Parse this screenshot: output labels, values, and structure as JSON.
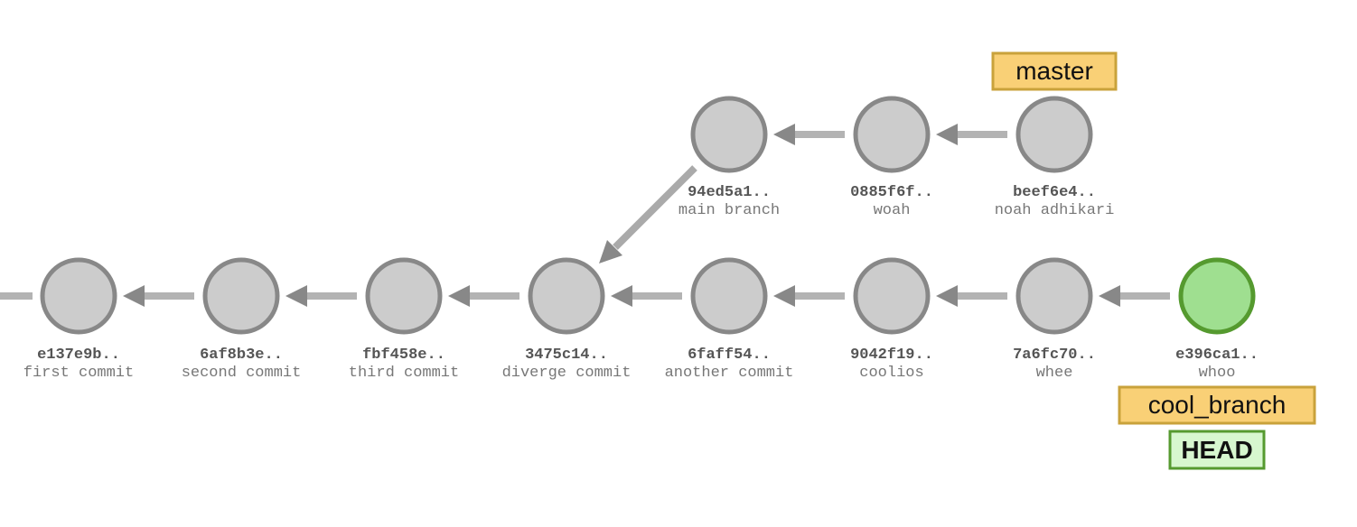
{
  "commits": [
    {
      "id": "e137e9b",
      "hash": "e137e9b..",
      "message": "first commit",
      "head": false
    },
    {
      "id": "6af8b3e",
      "hash": "6af8b3e..",
      "message": "second commit",
      "head": false
    },
    {
      "id": "fbf458e",
      "hash": "fbf458e..",
      "message": "third commit",
      "head": false
    },
    {
      "id": "3475c14",
      "hash": "3475c14..",
      "message": "diverge commit",
      "head": false
    },
    {
      "id": "6faff54",
      "hash": "6faff54..",
      "message": "another commit",
      "head": false
    },
    {
      "id": "9042f19",
      "hash": "9042f19..",
      "message": "coolios",
      "head": false
    },
    {
      "id": "7a6fc70",
      "hash": "7a6fc70..",
      "message": "whee",
      "head": false
    },
    {
      "id": "e396ca1",
      "hash": "e396ca1..",
      "message": "whoo",
      "head": true
    },
    {
      "id": "94ed5a1",
      "hash": "94ed5a1..",
      "message": "main branch",
      "head": false
    },
    {
      "id": "0885f6f",
      "hash": "0885f6f..",
      "message": "woah",
      "head": false
    },
    {
      "id": "beef6e4",
      "hash": "beef6e4..",
      "message": "noah adhikari",
      "head": false
    }
  ],
  "parents": [
    {
      "child": "6af8b3e",
      "parent": "e137e9b"
    },
    {
      "child": "fbf458e",
      "parent": "6af8b3e"
    },
    {
      "child": "3475c14",
      "parent": "fbf458e"
    },
    {
      "child": "6faff54",
      "parent": "3475c14"
    },
    {
      "child": "9042f19",
      "parent": "6faff54"
    },
    {
      "child": "7a6fc70",
      "parent": "9042f19"
    },
    {
      "child": "e396ca1",
      "parent": "7a6fc70"
    },
    {
      "child": "94ed5a1",
      "parent": "3475c14"
    },
    {
      "child": "0885f6f",
      "parent": "94ed5a1"
    },
    {
      "child": "beef6e4",
      "parent": "0885f6f"
    }
  ],
  "refs": [
    {
      "name": "master",
      "target": "beef6e4",
      "kind": "branch"
    },
    {
      "name": "cool_branch",
      "target": "e396ca1",
      "kind": "branch"
    },
    {
      "name": "HEAD",
      "target": "e396ca1",
      "kind": "head"
    }
  ],
  "colors": {
    "node_fill": "#cccccc",
    "node_stroke": "#888888",
    "head_fill": "#9fdf90",
    "head_stroke": "#559a2f",
    "branch_fill": "#f9d076",
    "branch_stroke": "#c9a23b",
    "head_ref_fill": "#d7f7cf"
  }
}
